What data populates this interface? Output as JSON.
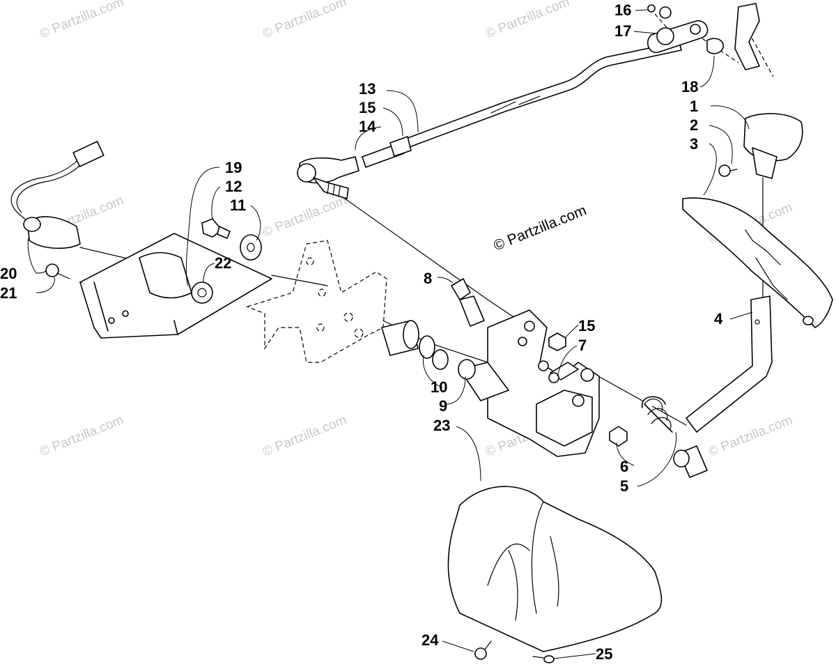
{
  "watermark": "© Partzilla.com",
  "center_watermark": "© Partzilla.com",
  "callouts": [
    {
      "id": "1",
      "text": "1"
    },
    {
      "id": "2",
      "text": "2"
    },
    {
      "id": "3",
      "text": "3"
    },
    {
      "id": "4",
      "text": "4"
    },
    {
      "id": "5",
      "text": "5"
    },
    {
      "id": "6",
      "text": "6"
    },
    {
      "id": "7",
      "text": "7"
    },
    {
      "id": "8",
      "text": "8"
    },
    {
      "id": "9",
      "text": "9"
    },
    {
      "id": "10",
      "text": "10"
    },
    {
      "id": "11",
      "text": "11"
    },
    {
      "id": "12",
      "text": "12"
    },
    {
      "id": "13",
      "text": "13"
    },
    {
      "id": "14",
      "text": "14"
    },
    {
      "id": "15a",
      "text": "15"
    },
    {
      "id": "15b",
      "text": "15"
    },
    {
      "id": "16",
      "text": "16"
    },
    {
      "id": "17",
      "text": "17"
    },
    {
      "id": "18",
      "text": "18"
    },
    {
      "id": "19",
      "text": "19"
    },
    {
      "id": "20",
      "text": "20"
    },
    {
      "id": "21",
      "text": "21"
    },
    {
      "id": "22",
      "text": "22"
    },
    {
      "id": "23",
      "text": "23"
    },
    {
      "id": "24",
      "text": "24"
    },
    {
      "id": "25",
      "text": "25"
    }
  ]
}
